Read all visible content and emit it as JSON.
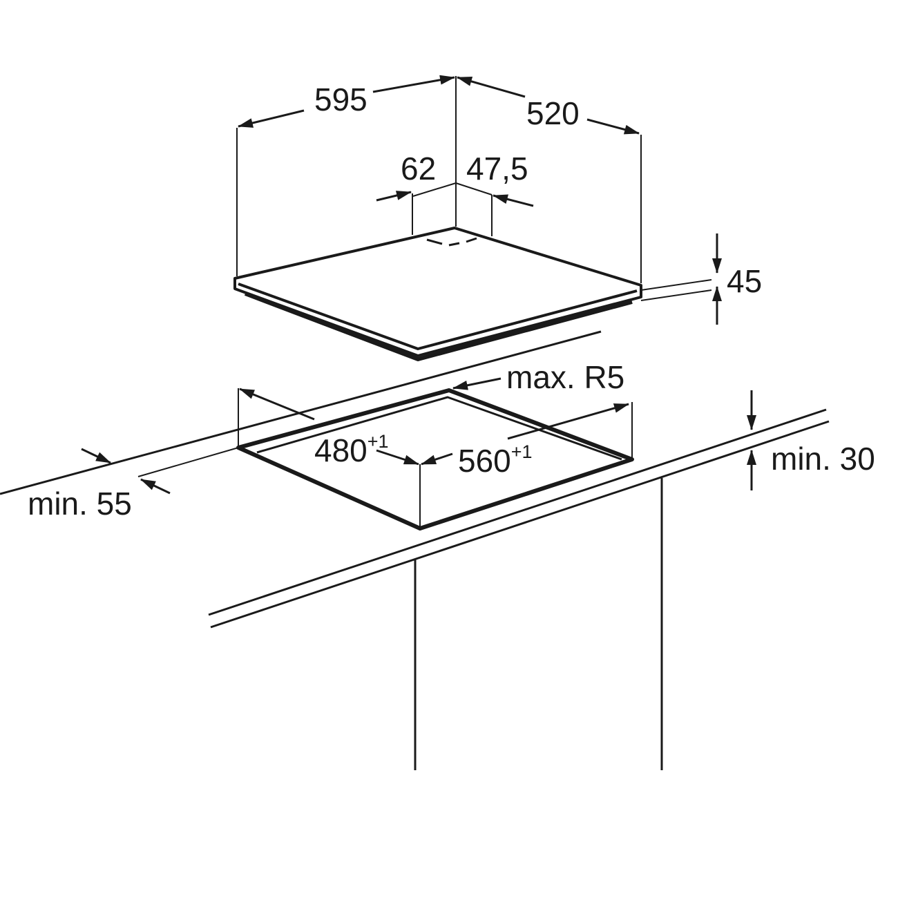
{
  "diagram": {
    "colors": {
      "line": "#1a1a1a",
      "background": "#ffffff"
    },
    "dimensions": {
      "width": "595",
      "depth": "520",
      "left_offset": "62",
      "right_offset": "47,5",
      "height": "45",
      "corner_radius": "max. R5",
      "cutout_depth": "480",
      "cutout_depth_tolerance": "+1",
      "cutout_width": "560",
      "cutout_width_tolerance": "+1",
      "min_front": "min. 55",
      "min_thickness": "min. 30"
    }
  }
}
